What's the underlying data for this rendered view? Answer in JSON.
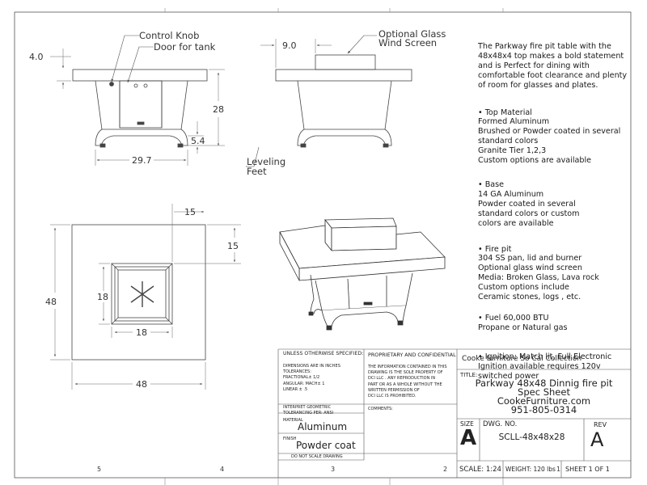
{
  "callouts": {
    "control_knob": "Control Knob",
    "door_for_tank": "Door for tank",
    "optional_glass_1": "Optional Glass",
    "optional_glass_2": "Wind Screen",
    "leveling_1": "Leveling",
    "leveling_2": "Feet"
  },
  "dimensions": {
    "front_top_thickness": "4.0",
    "front_height": "28",
    "front_foot": "5.4",
    "front_base_width": "29.7",
    "side_glass_offset": "9.0",
    "top_offset_x": "15",
    "top_offset_y": "15",
    "top_width": "48",
    "top_depth": "48",
    "pit_width": "18",
    "pit_depth": "18"
  },
  "description": {
    "intro": [
      "The Parkway fire pit table with the",
      "48x48x4 top makes a bold statement",
      "and is Perfect for dining with",
      "comfortable foot clearance and plenty",
      "of room for glasses and plates."
    ],
    "top_material": [
      "• Top Material",
      "Formed Aluminum",
      "Brushed or Powder coated in several",
      "standard colors",
      "Granite Tier 1,2,3",
      "Custom options are available"
    ],
    "base": [
      "• Base",
      "14 GA Aluminum",
      "Powder coated in several",
      "standard colors or custom",
      "colors are available"
    ],
    "fire_pit": [
      "• Fire pit",
      "304 SS pan, lid and burner",
      "Optional glass wind screen",
      "Media: Broken Glass, Lava rock",
      "Custom options include",
      "Ceramic stones, logs , etc."
    ],
    "fuel": [
      "• Fuel 60,000 BTU",
      "Propane or Natural gas"
    ],
    "ignition": [
      "•  Ignition: Match lit, Full Electronic",
      "Ignition available requires 120v",
      "switched power"
    ]
  },
  "title_block": {
    "unless_specified": "UNLESS OTHERWISE SPECIFIED:",
    "tolerances": [
      "DIMENSIONS ARE IN INCHES",
      "TOLERANCES:",
      "FRACTIONAL± 1/2",
      "ANGULAR: MACH± 1",
      "LINEAR   ± .5"
    ],
    "interpret": [
      "INTERPRET GEOMETRIC",
      "TOLERANCING PER: ANSI"
    ],
    "material_label": "MATERIAL",
    "material_value": "Aluminum",
    "finish_label": "FINISH",
    "finish_value": "Powder coat",
    "do_not_scale": "DO NOT SCALE DRAWING",
    "proprietary_title": "PROPRIETARY AND CONFIDENTIAL",
    "proprietary_text": [
      "THE INFORMATION CONTAINED IN THIS",
      "DRAWING IS THE SOLE PROPERTY OF",
      "DCI LLC . ANY REPRODUCTION IN",
      "PART OR AS A WHOLE WITHOUT THE",
      "WRITTEN PERMISSION OF",
      "DCI LLC IS PROHIBITED."
    ],
    "comments": "COMMENTS:",
    "company": "Cooke furniture So Cal Collection",
    "title_label": "TITLE:",
    "title_lines": [
      "Parkway 48x48 Dinnig fire pit",
      "Spec Sheet",
      "CookeFurniture.com",
      "951-805-0314"
    ],
    "size_label": "SIZE",
    "size_value": "A",
    "dwg_label": "DWG.  NO.",
    "dwg_value": "SCLL-48x48x28",
    "rev_label": "REV",
    "rev_value": "A",
    "scale": "SCALE: 1:24",
    "weight": "WEIGHT: 120 lbs",
    "sheet": "SHEET 1 OF 1"
  },
  "zones": [
    "5",
    "4",
    "3",
    "2",
    "1"
  ]
}
